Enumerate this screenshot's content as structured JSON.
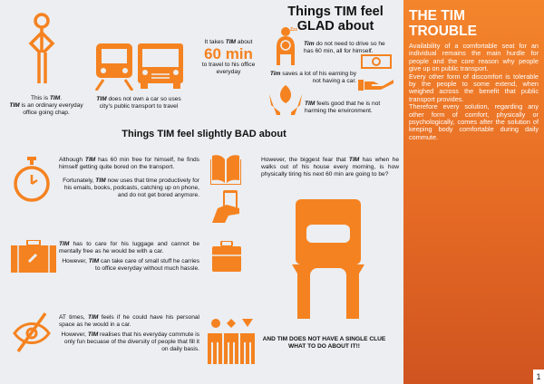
{
  "tim_label": "TIM",
  "tim_label_lower": "Tim",
  "intro": {
    "line1_pre": "This is ",
    "line1_post": ".",
    "line2_post": " is an ordinary everyday office going chap."
  },
  "transport": {
    "post": " does not own a car so uses city's public transport to travel"
  },
  "time": {
    "pre": "It takes ",
    "post": " about",
    "value": "60 min",
    "after": "to travel to his office everyday"
  },
  "glad": {
    "title": "Things TIM feel GLAD about",
    "drive": " do not need to drive so he has 60 min, all for himself.",
    "save": " saves a lot of his earning by not having a car.",
    "env": " feels good that he is not harming the environment.",
    "zzz": "Zzz"
  },
  "bad": {
    "title": "Things TIM feel slightly BAD about",
    "bored1_pre": "Although ",
    "bored1_post": " has 60 min free for himself, he finds himself getting quite bored on the transport.",
    "bored2_pre": "Fortunately, ",
    "bored2_post": " now uses that time productively for his emails, books, podcasts, catching up on phone, and do not get bored anymore.",
    "luggage1_post": " has to care for his luggage and cannot be mentally free as he would be with a car.",
    "luggage2_pre": "However, ",
    "luggage2_post": " can take care of small stuff he carries to office everyday without much hassle.",
    "space1_pre": "AT times, ",
    "space1_post": " feels if he could have his personal space as he would in a car.",
    "space2_pre": "However, ",
    "space2_post": " realises that his everyday commute is only fun becuase of the diversity of people that fill it on daily basis.",
    "fear_pre": "However, the biggest fear that ",
    "fear_post": " has when he walks out of his house every morning, is how physically tiring his next 60 min are going to be?",
    "clue": "AND TIM DOES NOT HAVE A SINGLE CLUE WHAT TO DO ABOUT IT!!"
  },
  "panel": {
    "title": "THE TIM TROUBLE",
    "p1": "Availability of a comfortable seat for an individual remains the main hurdle for people and the core reason why people give up on public transport.",
    "p2": "Every other form of discomfort is tolerable by the people to some extend, when weighed across the benefit that public transport provides.",
    "p3": "Therefore every solution, regarding any other form of comfort, physically or psychologically, comes after the solution of keeping body comfortable during daily commute."
  },
  "page_number": "1",
  "colors": {
    "accent": "#f58220",
    "panel": "#e56a24"
  }
}
